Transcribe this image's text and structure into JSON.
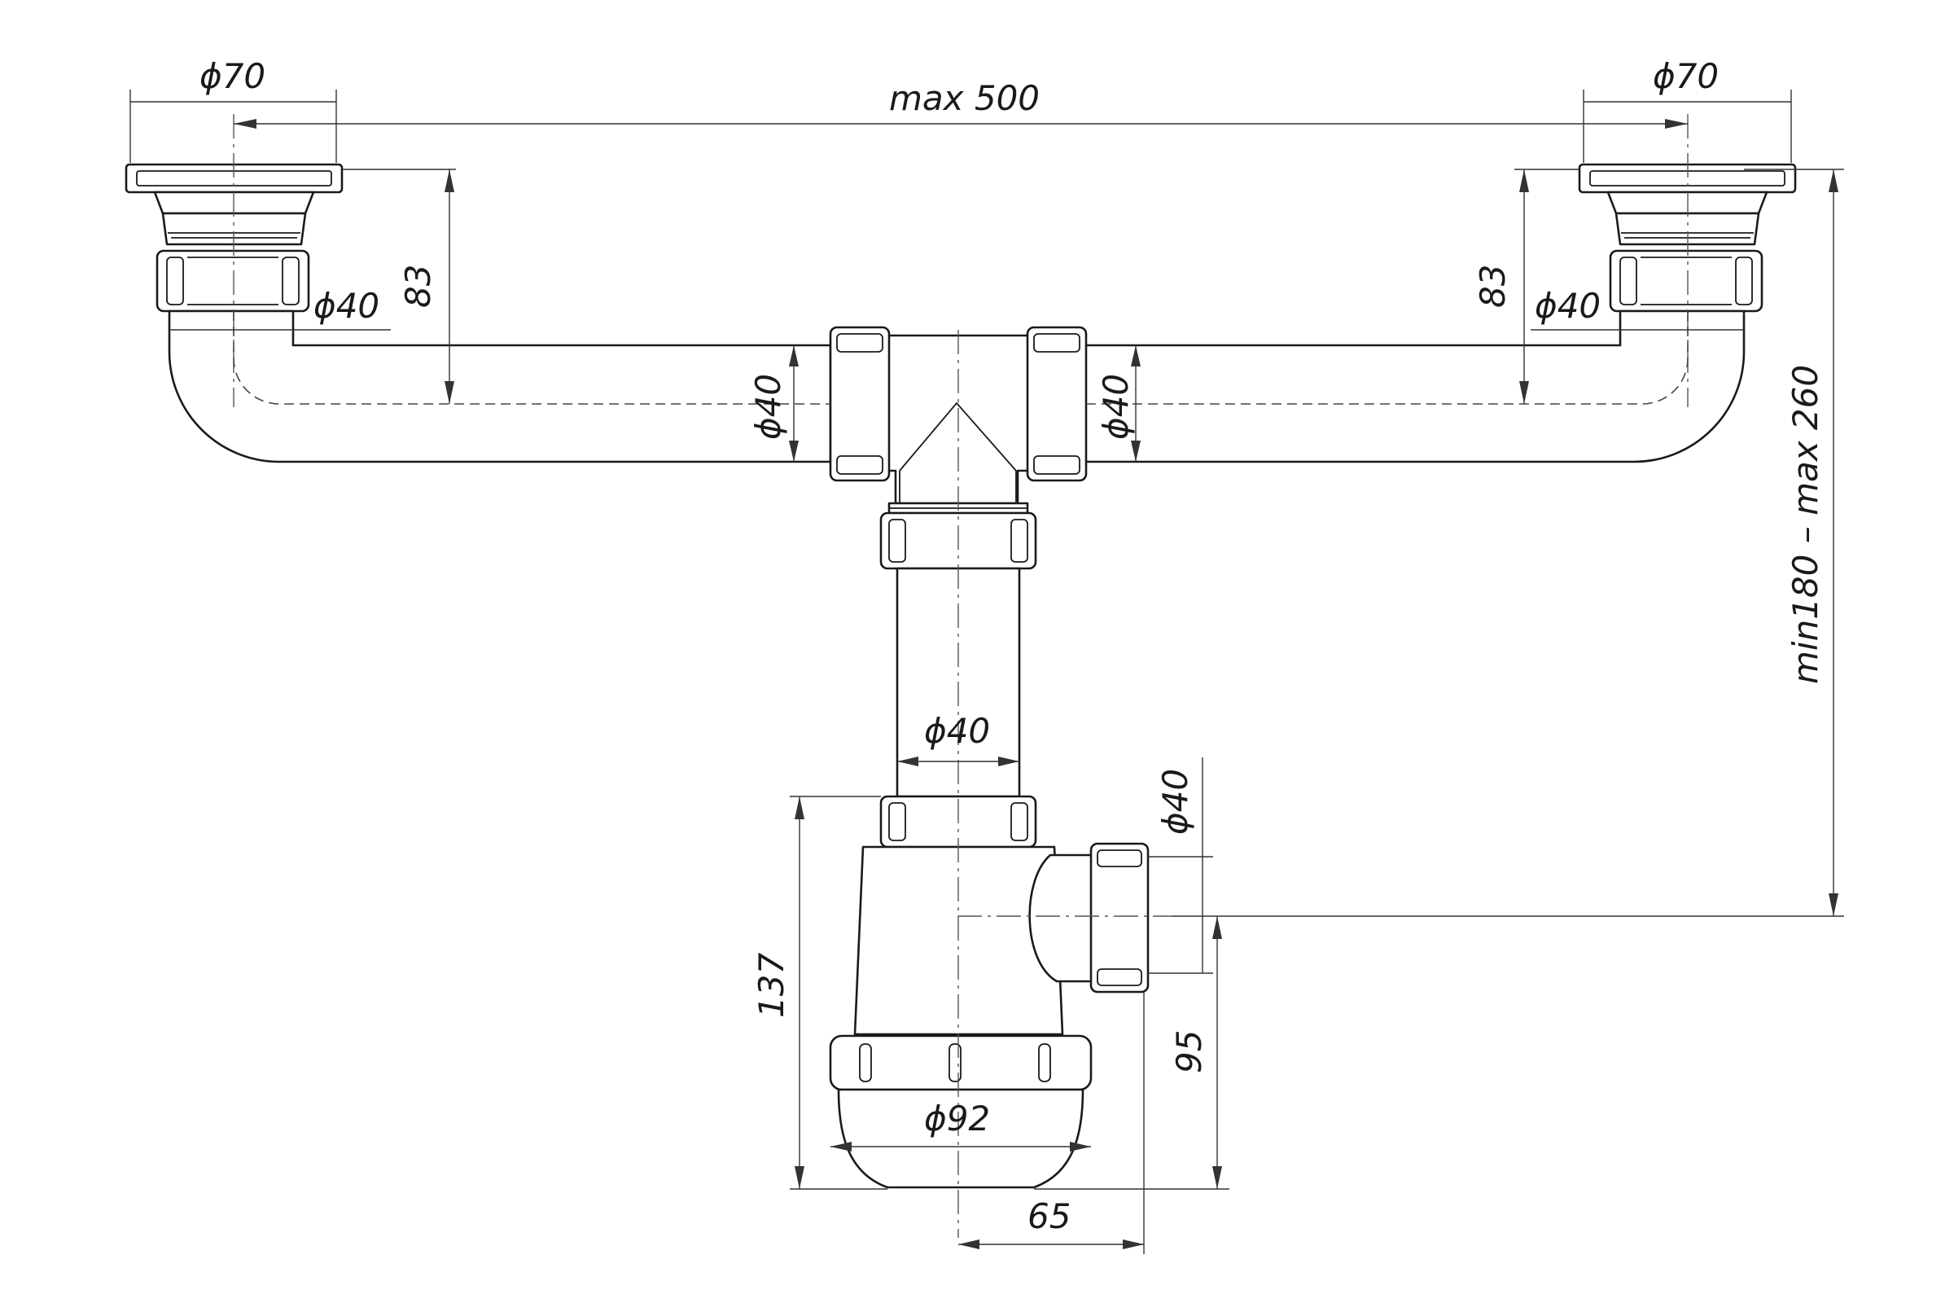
{
  "dimensions": {
    "left_outlet_diameter": "ϕ70",
    "right_outlet_diameter": "ϕ70",
    "max_span": "max 500",
    "left_pipe_diameter": "ϕ40",
    "right_pipe_diameter": "ϕ40",
    "left_height": "83",
    "right_height": "83",
    "tee_left_diameter": "ϕ40",
    "tee_right_diameter": "ϕ40",
    "vertical_pipe_diameter": "ϕ40",
    "side_outlet_diameter": "ϕ40",
    "height_range": "min180 – max 260",
    "trap_height": "137",
    "trap_diameter": "ϕ92",
    "outlet_height": "95",
    "outlet_offset": "65"
  }
}
